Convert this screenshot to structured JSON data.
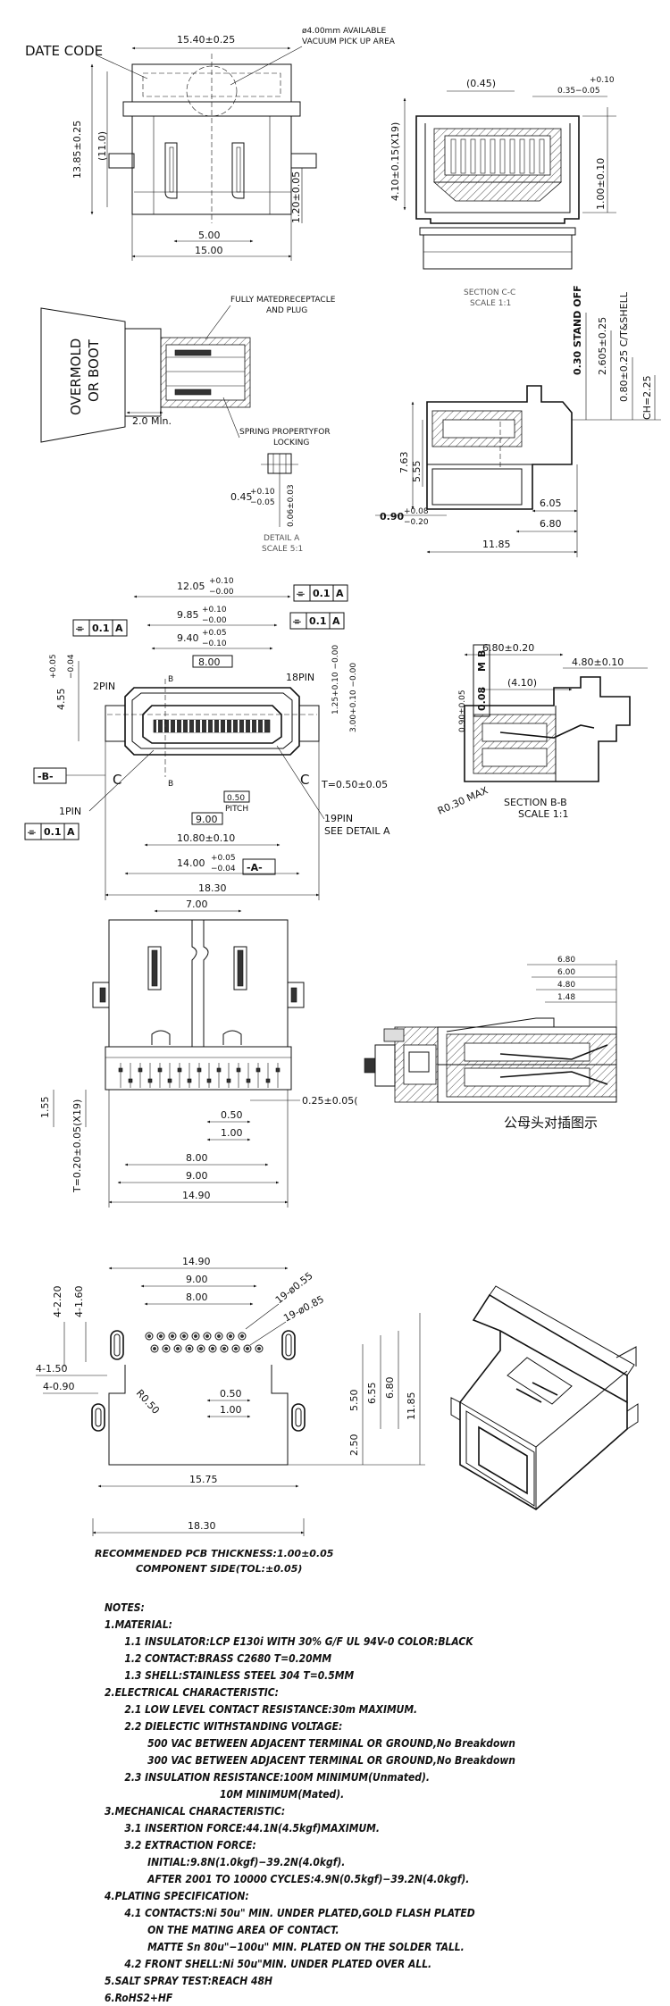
{
  "views": {
    "top": {
      "date_code": "DATE CODE",
      "width_top": "15.40±0.25",
      "pickup_1": "ø4.00mm AVAILABLE",
      "pickup_2": "VACUUM PICK UP AREA",
      "height_total": "13.85±0.25",
      "height_inner": "(11.0)",
      "pin_height": "1.20±0.05",
      "width_5": "5.00",
      "width_15": "15.00"
    },
    "section_cc": {
      "pitch_045": "(0.45)",
      "tol_plus": "+0.10",
      "tol_minus": "0.35−0.05",
      "height_410": "4.10±0.15(X19)",
      "height_100": "1.00±0.10",
      "title": "SECTION C-C",
      "scale": "SCALE 1:1"
    },
    "overmold": {
      "label_1": "OVERMOLD",
      "label_2": "OR BOOT",
      "mated_1": "FULLY MATEDRECEPTACLE",
      "mated_2": "AND PLUG",
      "min_len": "2.0 Mln.",
      "spring_1": "SPRING PROPERTYFOR",
      "spring_2": "LOCKING"
    },
    "detail_a": {
      "dim_045_base": "0.45",
      "dim_045_plus": "+0.10",
      "dim_045_minus": "−0.05",
      "dim_006": "0.06±0.03",
      "title": "DETAIL A",
      "scale": "SCALE 5:1"
    },
    "side": {
      "standoff": "0.30 STAND OFF",
      "dim_2605": "2.605±0.25",
      "dim_080": "0.80±0.25 C/T&SHELL",
      "dim_ch": "CH=2.25",
      "dim_763": "7.63",
      "dim_555": "5.55",
      "dim_090_base": "0.90",
      "dim_090_plus": "+0.08",
      "dim_090_minus": "−0.20",
      "dim_605": "6.05",
      "dim_680": "6.80",
      "dim_1185": "11.85"
    },
    "front": {
      "dim_1205_base": "12.05",
      "dim_1205_plus": "+0.10",
      "dim_1205_minus": "−0.00",
      "dim_985_base": "9.85",
      "dim_985_plus": "+0.10",
      "dim_985_minus": "−0.00",
      "dim_940_base": "9.40",
      "dim_940_plus": "+0.05",
      "dim_940_minus": "−0.10",
      "dim_800": "8.00",
      "pin2": "2PIN",
      "pin18": "18PIN",
      "dim_125": "1.25+0.10 −0.00",
      "dim_300": "3.00+0.10 −0.00",
      "dim_455_base": "4.55",
      "dim_455_plus": "+0.05",
      "dim_455_minus": "−0.04",
      "datum_b": "B",
      "label_b": "-B-",
      "label_c": "C",
      "pin1": "1PIN",
      "pin19": "19PIN",
      "thick": "T=0.50±0.05",
      "dim_050": "0.50",
      "pitch": "PITCH",
      "dim_900": "9.00",
      "dim_1080": "10.80±0.10",
      "see_detail": "SEE DETAIL A",
      "dim_1400_base": "14.00",
      "dim_1400_plus": "+0.05",
      "dim_1400_minus": "−0.04",
      "label_a": "-A-",
      "dim_1830": "18.30",
      "tol_box": "0.1",
      "tol_a": "A",
      "tol_sym": "⌯"
    },
    "section_bb": {
      "dim_680": "6.80±0.20",
      "dim_480": "4.80±0.10",
      "dim_410": "(4.10)",
      "dim_090": "0.90±0.05",
      "tol_val": "0.08",
      "tol_m": "M",
      "tol_b": "B",
      "radius": "R0.30 MAX",
      "title": "SECTION B-B",
      "scale": "SCALE 1:1"
    },
    "bottom": {
      "dim_700": "7.00",
      "dim_025": "0.25±0.05(",
      "dim_155": "1.55",
      "dim_t020": "T=0.20±0.05(X19)",
      "dim_050": "0.50",
      "dim_100": "1.00",
      "dim_800": "8.00",
      "dim_900": "9.00",
      "dim_1490": "14.90"
    },
    "mating": {
      "dim_680": "6.80",
      "dim_600": "6.00",
      "dim_480": "4.80",
      "dim_148": "1.48",
      "caption": "公母头对插图示"
    },
    "pcb": {
      "dim_1490": "14.90",
      "dim_900": "9.00",
      "dim_800": "8.00",
      "dim_19_055": "19-ø0.55",
      "dim_19_085": "19-ø0.85",
      "dim_4_220": "4-2.20",
      "dim_4_160": "4-1.60",
      "dim_4_150": "4-1.50",
      "dim_4_090": "4-0.90",
      "radius": "R0.50",
      "dim_050": "0.50",
      "dim_100": "1.00",
      "dim_550": "5.50",
      "dim_655": "6.55",
      "dim_680": "6.80",
      "dim_1185": "11.85",
      "dim_250": "2.50",
      "dim_1575": "15.75",
      "dim_1830": "18.30",
      "rec_1": "RECOMMENDED PCB THICKNESS:1.00±0.05",
      "rec_2": "COMPONENT SIDE(TOL:±0.05)"
    }
  },
  "notes": [
    {
      "level": 0,
      "text": "NOTES:"
    },
    {
      "level": 0,
      "text": "1.MATERIAL:"
    },
    {
      "level": 1,
      "text": "1.1 INSULATOR:LCP E130i WITH 30% G/F UL 94V-0 COLOR:BLACK"
    },
    {
      "level": 1,
      "text": "1.2 CONTACT:BRASS C2680 T=0.20MM"
    },
    {
      "level": 1,
      "text": "1.3 SHELL:STAINLESS STEEL 304 T=0.5MM"
    },
    {
      "level": 0,
      "text": "2.ELECTRICAL CHARACTERISTIC:"
    },
    {
      "level": 1,
      "text": "2.1 LOW LEVEL CONTACT RESISTANCE:30m    MAXIMUM."
    },
    {
      "level": 1,
      "text": "2.2 DIELECTIC WITHSTANDING VOLTAGE:"
    },
    {
      "level": 2,
      "text": "500 VAC BETWEEN ADJACENT TERMINAL OR GROUND,No Breakdown"
    },
    {
      "level": 2,
      "text": "300 VAC BETWEEN ADJACENT TERMINAL OR GROUND,No Breakdown"
    },
    {
      "level": 1,
      "text": "2.3 INSULATION RESISTANCE:100M    MINIMUM(Unmated)."
    },
    {
      "level": 3,
      "text": "10M    MINIMUM(Mated)."
    },
    {
      "level": 0,
      "text": "3.MECHANICAL CHARACTERISTIC:"
    },
    {
      "level": 1,
      "text": "3.1 INSERTION FORCE:44.1N(4.5kgf)MAXIMUM."
    },
    {
      "level": 1,
      "text": "3.2 EXTRACTION FORCE:"
    },
    {
      "level": 2,
      "text": "INITIAL:9.8N(1.0kgf)−39.2N(4.0kgf)."
    },
    {
      "level": 2,
      "text": "AFTER 2001 TO 10000 CYCLES:4.9N(0.5kgf)−39.2N(4.0kgf)."
    },
    {
      "level": 0,
      "text": "4.PLATING SPECIFICATION:"
    },
    {
      "level": 1,
      "text": "4.1 CONTACTS:Ni 50u\" MIN. UNDER PLATED,GOLD FLASH PLATED"
    },
    {
      "level": 2,
      "text": "ON THE MATING AREA OF CONTACT."
    },
    {
      "level": 2,
      "text": "MATTE Sn 80u\"−100u\" MIN. PLATED ON THE SOLDER TALL."
    },
    {
      "level": 1,
      "text": "4.2 FRONT SHELL:Ni 50u\"MIN. UNDER PLATED OVER ALL."
    },
    {
      "level": 0,
      "text": "5.SALT SPRAY TEST:REACH 48H"
    },
    {
      "level": 0,
      "text": "6.RoHS2+HF"
    }
  ]
}
